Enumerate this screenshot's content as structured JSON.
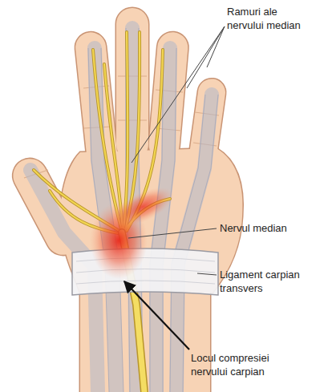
{
  "diagram": {
    "labels": [
      "Ramuri ale nervului median",
      "Nervul median",
      "Ligament carpian transvers",
      "Locul compresiei nervului carpian"
    ]
  }
}
